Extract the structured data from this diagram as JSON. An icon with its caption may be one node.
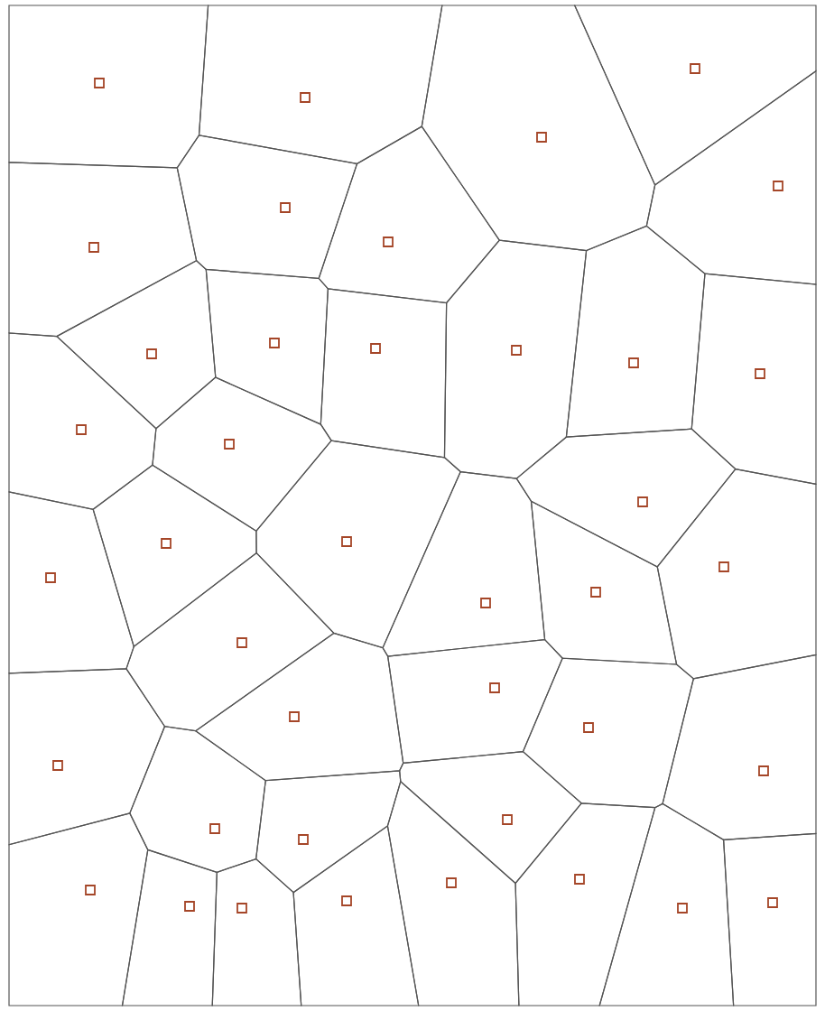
{
  "diagram": {
    "nodes": [
      {
        "text": [],
        "shape": "polygon"
      },
      {
        "text": [],
        "shape": "polygon"
      },
      {
        "text": [],
        "shape": "polygon"
      },
      {
        "text": [],
        "shape": "polygon"
      },
      {
        "text": [],
        "shape": "polygon"
      },
      {
        "text": [],
        "shape": "polygon"
      },
      {
        "text": [],
        "shape": "polygon"
      },
      {
        "text": [],
        "shape": "polygon"
      },
      {
        "text": [],
        "shape": "polygon"
      },
      {
        "text": [],
        "shape": "polygon"
      },
      {
        "text": [],
        "shape": "polygon"
      },
      {
        "text": [],
        "shape": "polygon"
      },
      {
        "text": [],
        "shape": "polygon"
      },
      {
        "text": [],
        "shape": "polygon"
      },
      {
        "text": [],
        "shape": "polygon"
      },
      {
        "text": [],
        "shape": "polygon"
      },
      {
        "text": [],
        "shape": "polygon"
      },
      {
        "text": [],
        "shape": "polygon"
      },
      {
        "text": [],
        "shape": "polygon"
      },
      {
        "text": [],
        "shape": "polygon"
      },
      {
        "text": [],
        "shape": "polygon"
      },
      {
        "text": [],
        "shape": "polygon"
      },
      {
        "text": [],
        "shape": "polygon"
      },
      {
        "text": [],
        "shape": "polygon"
      },
      {
        "text": [],
        "shape": "polygon"
      },
      {
        "text": [],
        "shape": "polygon"
      },
      {
        "text": [],
        "shape": "polygon"
      },
      {
        "text": [],
        "shape": "polygon"
      },
      {
        "text": [],
        "shape": "polygon"
      },
      {
        "text": [],
        "shape": "polygon"
      },
      {
        "text": [],
        "shape": "polygon"
      },
      {
        "text": [],
        "shape": "polygon"
      },
      {
        "text": [],
        "shape": "polygon"
      },
      {
        "text": [],
        "shape": "polygon"
      },
      {
        "text": [],
        "shape": "polygon"
      },
      {
        "text": [],
        "shape": "polygon"
      },
      {
        "text": [],
        "shape": "polygon"
      },
      {
        "text": [],
        "shape": "polygon"
      },
      {
        "text": [],
        "shape": "polygon"
      },
      {
        "text": [],
        "shape": "polygon"
      }
    ]
  }
}
